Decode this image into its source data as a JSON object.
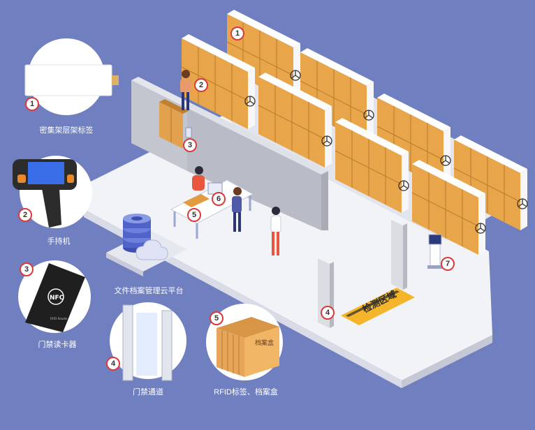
{
  "palette": {
    "background": "#6f7fbf",
    "floor": "#f2f3f7",
    "floor_shade": "#d9dce6",
    "wall": "#c9cbd3",
    "cabinet": "#f7f7f9",
    "folder": "#e9a54a",
    "badge_ring": "#d93a3a",
    "detection_zone": "#f4b52a"
  },
  "callouts": [
    {
      "num": "1",
      "label": "密集架层架标签"
    },
    {
      "num": "2",
      "label": "手持机"
    },
    {
      "num": "3",
      "label": "门禁读卡器"
    },
    {
      "num": "4",
      "label": "门禁通道"
    },
    {
      "num": "5",
      "label": "RFID标签、档案盒"
    }
  ],
  "scene": {
    "markers": [
      "1",
      "2",
      "3",
      "4",
      "5",
      "6",
      "7"
    ],
    "platform_label": "文件档案管理云平台",
    "floor_text": "检测区域",
    "box_label": "档案盒",
    "card_text": "NFC",
    "reader_caption": "RFID Reader"
  },
  "icons": [
    "mercedes-star-icon",
    "nfc-icon",
    "cloud-icon",
    "server-stack-icon"
  ]
}
